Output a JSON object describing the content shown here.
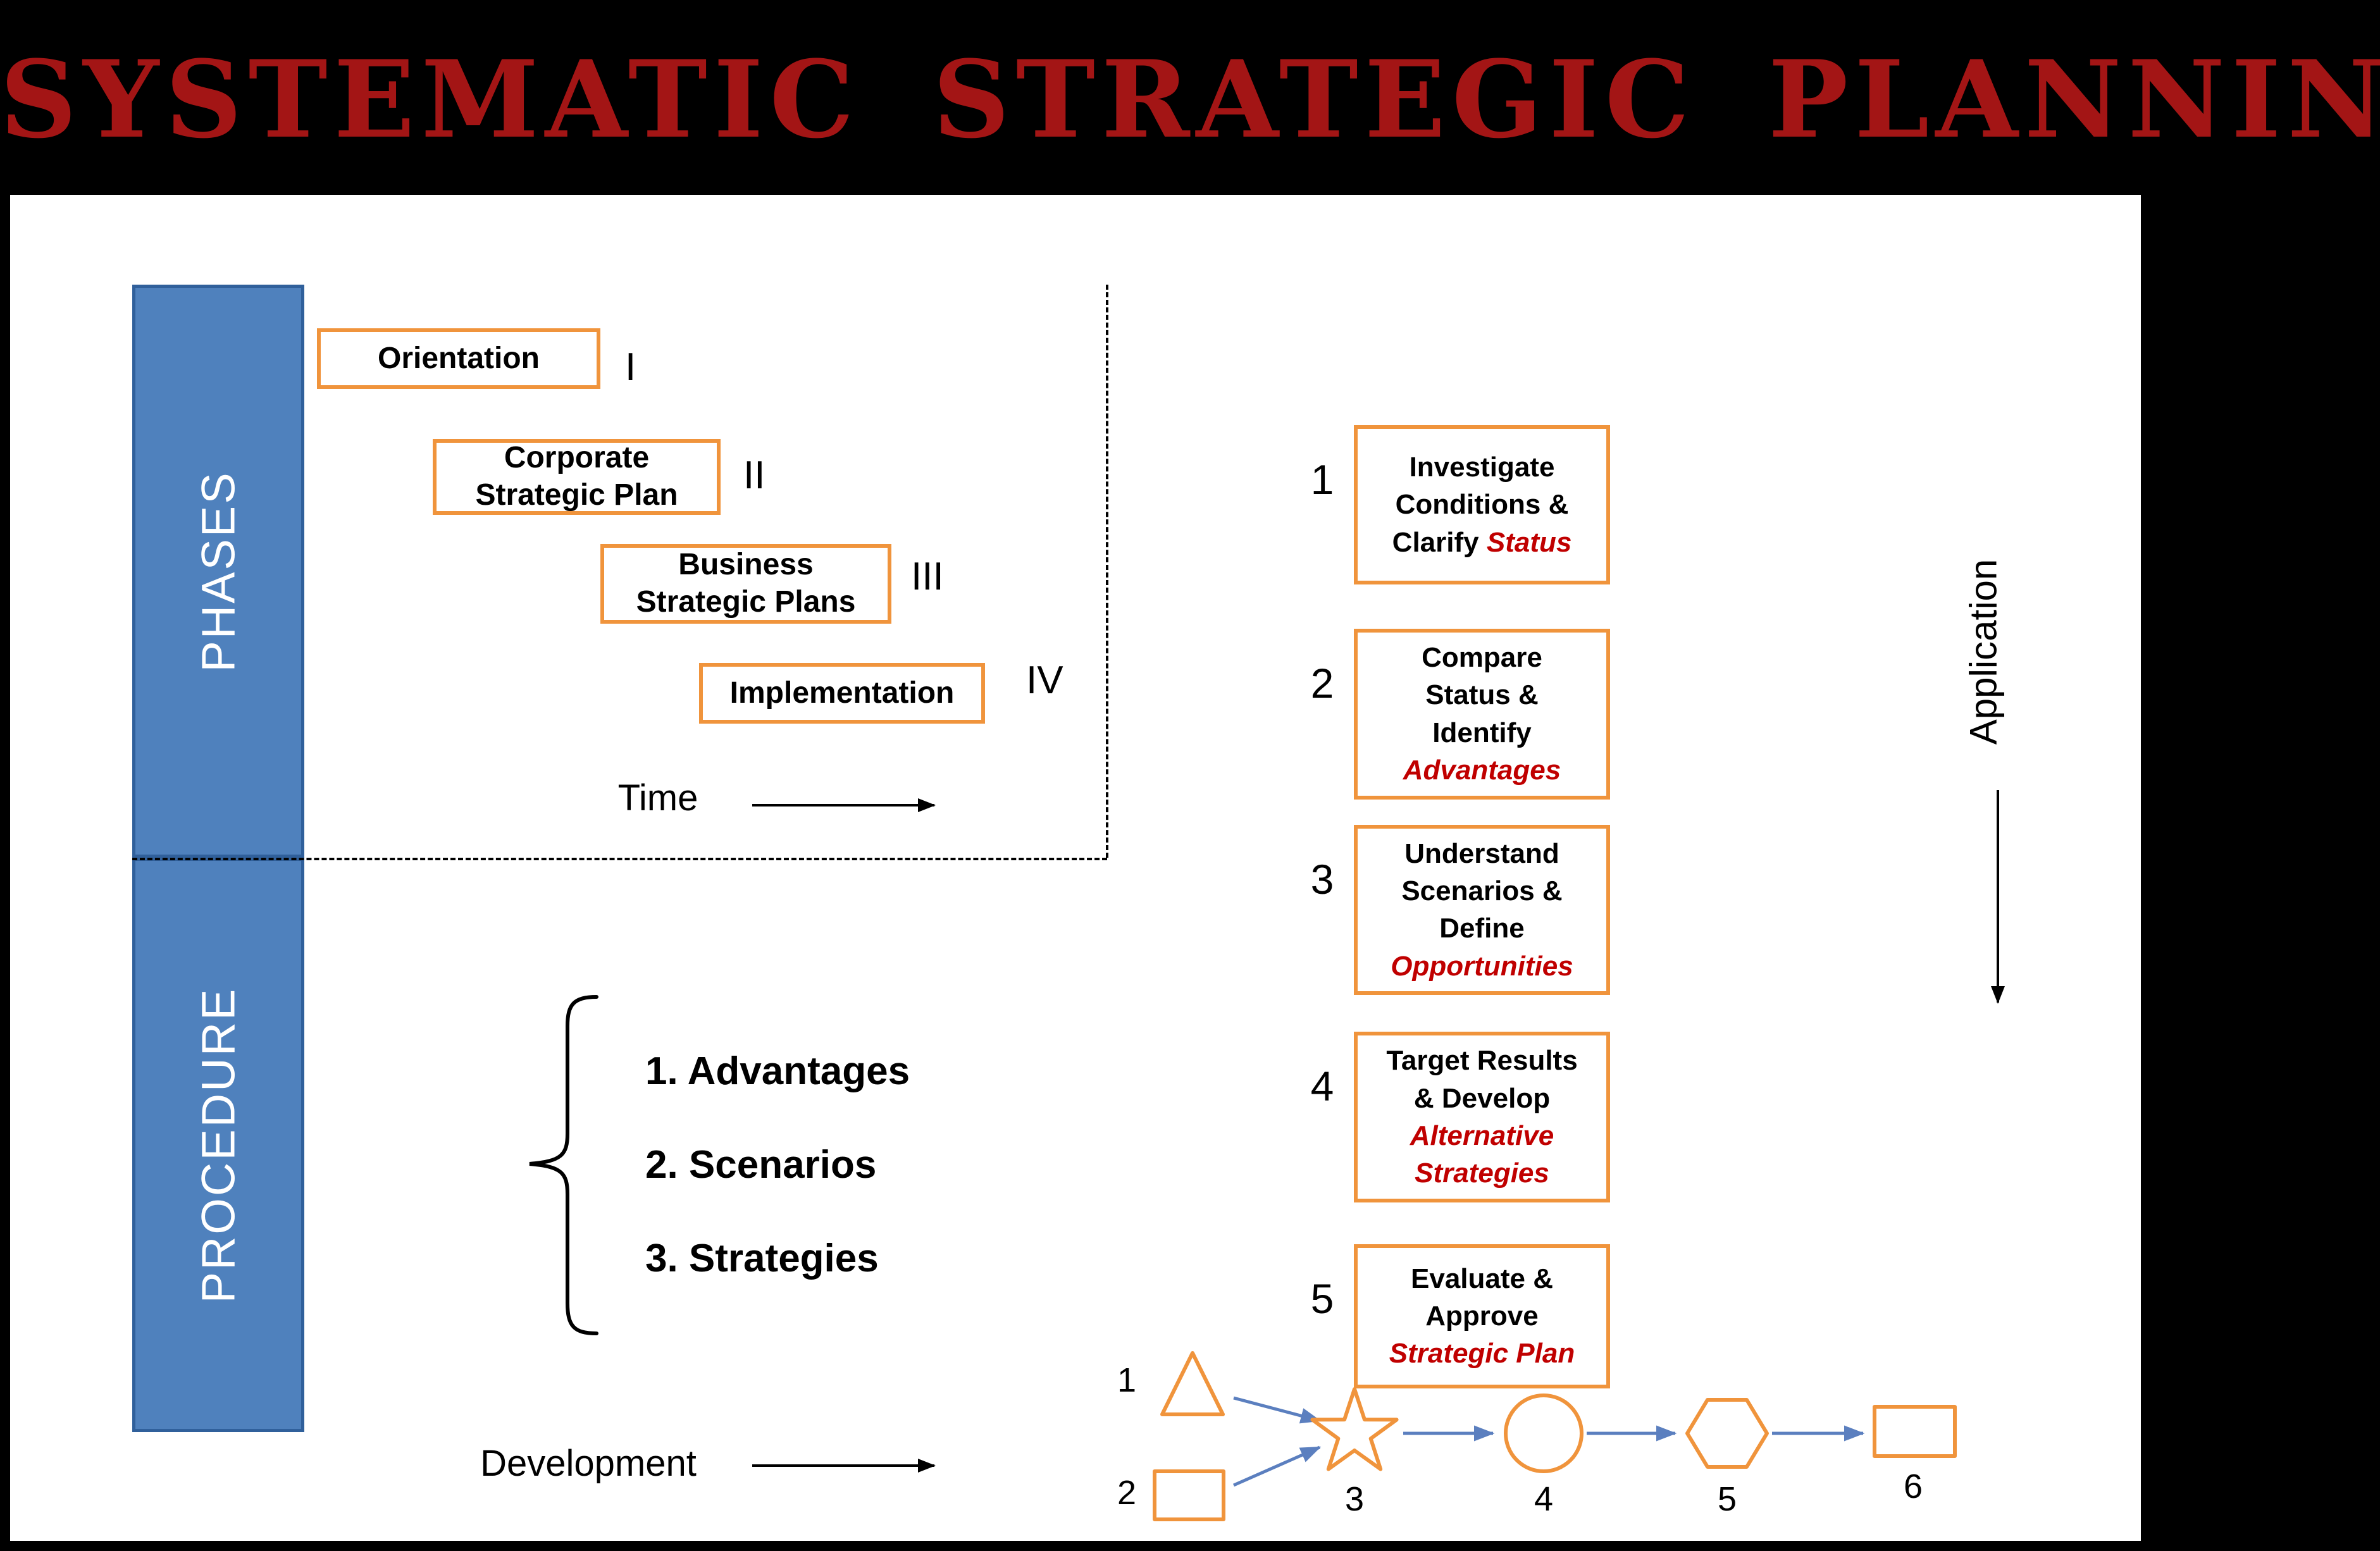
{
  "title": "SYSTEMATIC STRATEGIC PLANNING",
  "colors": {
    "title_red": "#A31515",
    "accent_orange": "#F0943C",
    "bar_blue_fill": "#4F81BD",
    "bar_blue_border": "#30609B",
    "emphasis_red": "#C00000",
    "flow_arrow_blue": "#5B7FBF"
  },
  "phases_section": {
    "bar_label": "PHASES",
    "boxes": [
      {
        "label": "Orientation",
        "numeral": "I"
      },
      {
        "label": "Corporate\nStrategic Plan",
        "numeral": "II"
      },
      {
        "label": "Business\nStrategic Plans",
        "numeral": "III"
      },
      {
        "label": "Implementation",
        "numeral": "IV"
      }
    ],
    "time_label": "Time"
  },
  "procedure_section": {
    "bar_label": "PROCEDURE",
    "items": [
      "1. Advantages",
      "2. Scenarios",
      "3. Strategies"
    ],
    "development_label": "Development"
  },
  "steps": [
    {
      "number": "1",
      "segments": [
        {
          "t": "Investigate\nConditions &\nClarify ",
          "red": false
        },
        {
          "t": "Status",
          "red": true
        }
      ]
    },
    {
      "number": "2",
      "segments": [
        {
          "t": "Compare\nStatus &\nIdentify\n",
          "red": false
        },
        {
          "t": "Advantages",
          "red": true
        }
      ]
    },
    {
      "number": "3",
      "segments": [
        {
          "t": "Understand\nScenarios &\nDefine\n",
          "red": false
        },
        {
          "t": "Opportunities",
          "red": true
        }
      ]
    },
    {
      "number": "4",
      "segments": [
        {
          "t": "Target Results\n& Develop\n",
          "red": false
        },
        {
          "t": "Alternative\nStrategies",
          "red": true
        }
      ]
    },
    {
      "number": "5",
      "segments": [
        {
          "t": "Evaluate &\nApprove\n",
          "red": false
        },
        {
          "t": "Strategic Plan",
          "red": true
        }
      ]
    }
  ],
  "application_label": "Application",
  "flowchart": {
    "labels": [
      "1",
      "2",
      "3",
      "4",
      "5",
      "6"
    ]
  }
}
